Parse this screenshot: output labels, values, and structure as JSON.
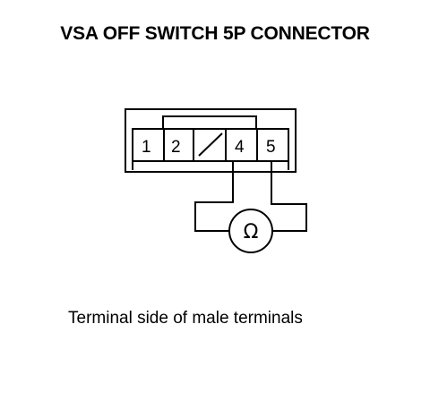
{
  "title": "VSA OFF SWITCH 5P CONNECTOR",
  "caption": "Terminal side of male terminals",
  "connector": {
    "terminals": [
      {
        "label": "1",
        "blank": false
      },
      {
        "label": "2",
        "blank": false
      },
      {
        "label": "",
        "blank": true
      },
      {
        "label": "4",
        "blank": false
      },
      {
        "label": "5",
        "blank": false
      }
    ]
  },
  "meter": {
    "symbol": "Ω",
    "icon": "ohmmeter-icon"
  }
}
